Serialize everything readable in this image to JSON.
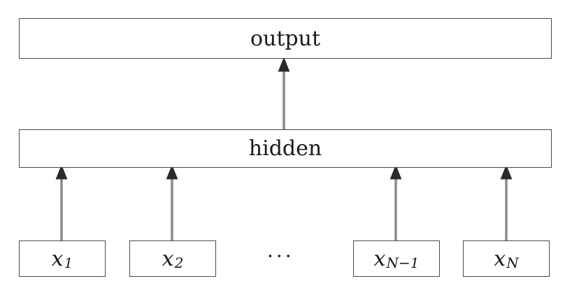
{
  "diagram": {
    "output_label": "output",
    "hidden_label": "hidden",
    "ellipsis": "···",
    "inputs": [
      {
        "base": "x",
        "sub": "1"
      },
      {
        "base": "x",
        "sub": "2"
      },
      {
        "base": "x",
        "sub": "N−1"
      },
      {
        "base": "x",
        "sub": "N"
      }
    ],
    "colors": {
      "stroke": "#4a4a4a",
      "arrow": "#8a8a8a",
      "text": "#1a1a1a"
    }
  }
}
